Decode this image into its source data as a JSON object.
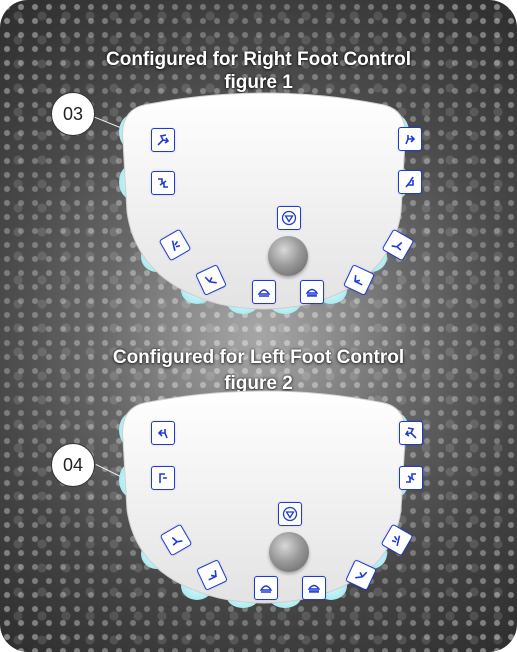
{
  "figure1": {
    "title": "Configured for Right Foot Control",
    "label": "figure 1",
    "callout": "03"
  },
  "figure2": {
    "title": "Configured for Left Foot Control",
    "label": "figure 2",
    "callout": "04"
  },
  "colors": {
    "key_border": "#1d3bd6",
    "glow": "#bff3f6",
    "panel": "#f2f2f2"
  }
}
